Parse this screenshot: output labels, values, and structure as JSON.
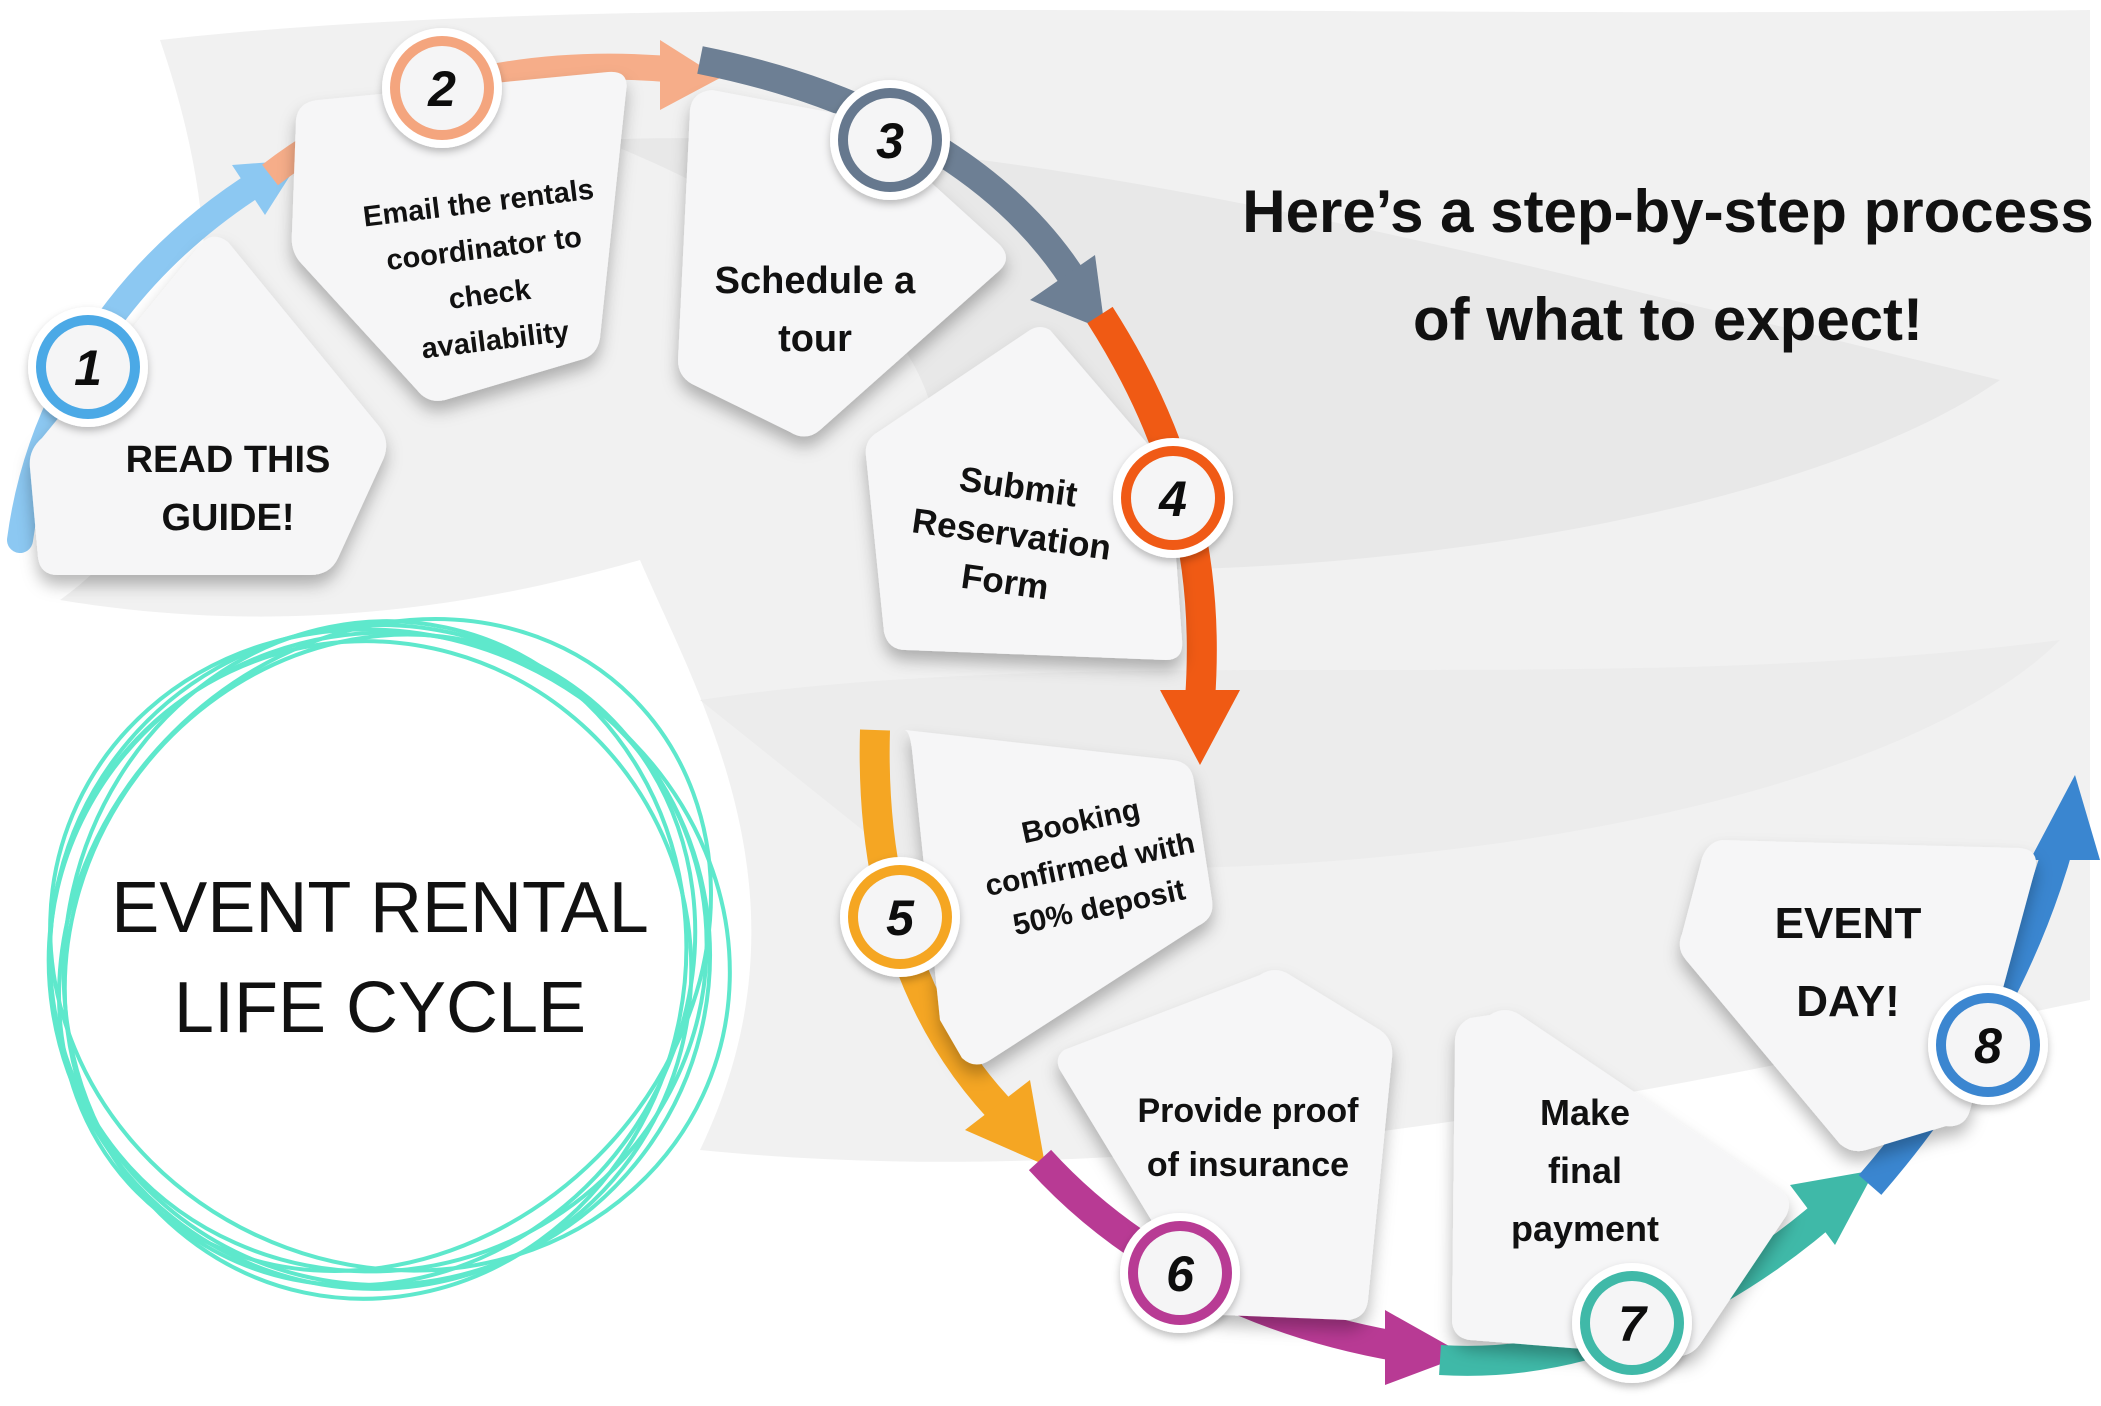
{
  "heading": {
    "line1": "Here’s a step-by-step process",
    "line2": "of what to expect!"
  },
  "title": {
    "line1": "EVENT RENTAL",
    "line2": "LIFE CYCLE",
    "scribble_color": "#5ee8cc"
  },
  "steps": [
    {
      "number": "1",
      "color": "#4ba9e6",
      "lines": [
        "READ THIS",
        "GUIDE!"
      ]
    },
    {
      "number": "2",
      "color": "#f4a57e",
      "lines": [
        "Email the rentals",
        "coordinator to",
        "check",
        "availability"
      ]
    },
    {
      "number": "3",
      "color": "#66788e",
      "lines": [
        "Schedule a",
        "tour"
      ]
    },
    {
      "number": "4",
      "color": "#f05a14",
      "lines": [
        "Submit",
        "Reservation",
        "Form"
      ]
    },
    {
      "number": "5",
      "color": "#f5a623",
      "lines": [
        "Booking",
        "confirmed with",
        "50% deposit"
      ]
    },
    {
      "number": "6",
      "color": "#b83a94",
      "lines": [
        "Provide proof",
        "of insurance"
      ]
    },
    {
      "number": "7",
      "color": "#3fb9a8",
      "lines": [
        "Make",
        "final",
        "payment"
      ]
    },
    {
      "number": "8",
      "color": "#3a86d0",
      "lines": [
        "EVENT",
        "DAY!"
      ]
    }
  ]
}
